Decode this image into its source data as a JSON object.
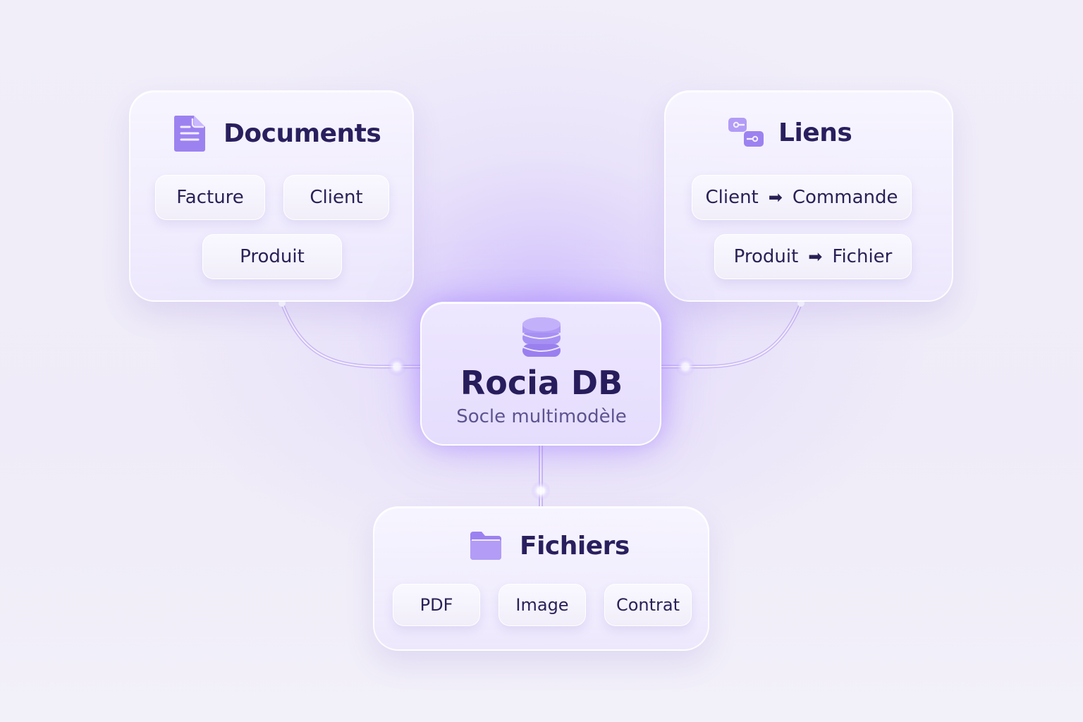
{
  "center": {
    "title": "Rocia DB",
    "subtitle": "Socle multimodèle",
    "icon": "database-icon"
  },
  "documents": {
    "title": "Documents",
    "icon": "document-icon",
    "chips": [
      "Facture",
      "Client",
      "Produit"
    ]
  },
  "liens": {
    "title": "Liens",
    "icon": "link-icon",
    "chips": [
      {
        "from": "Client",
        "arrow": "➡",
        "to": "Commande"
      },
      {
        "from": "Produit",
        "arrow": "➡",
        "to": "Fichier"
      }
    ]
  },
  "fichiers": {
    "title": "Fichiers",
    "icon": "folder-icon",
    "chips": [
      "PDF",
      "Image",
      "Contrat"
    ]
  },
  "colors": {
    "accent": "#9b82f0",
    "title_text": "#2a1f5e",
    "subtitle_text": "#5d5390"
  }
}
